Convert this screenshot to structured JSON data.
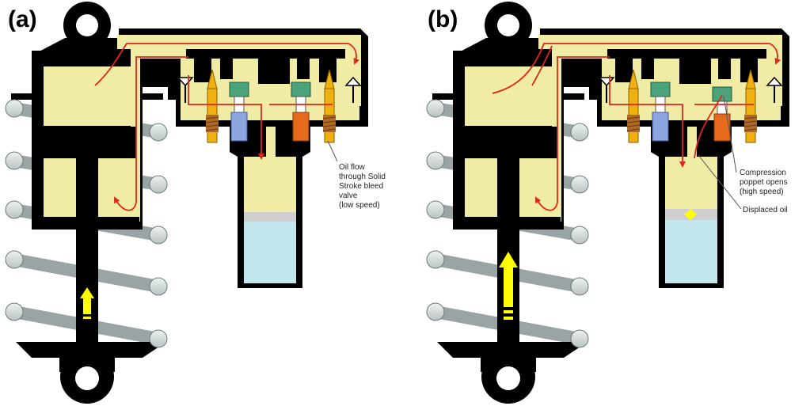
{
  "panels": [
    {
      "letter": "(a)",
      "note_lines": [
        "Oil flow",
        "through Solid",
        "Stroke bleed",
        "valve",
        "(low  speed)"
      ]
    },
    {
      "letter": "(b)",
      "note1_lines": [
        "Compression",
        "poppet opens",
        "(high speed)"
      ],
      "note2": "Displaced oil"
    }
  ],
  "colors": {
    "body": "#000000",
    "oil": "#f0eca6",
    "flow_arrow": "#e0261a",
    "gas": "#c3e6ec",
    "piston": "#cfcfcf",
    "needle": "#f0b010",
    "spring_green": "#4aa37a",
    "spring_blue": "#8ea6e0",
    "spring_orange": "#e56a1c",
    "spring_brown": "#b06a28",
    "coil": "#d8dede",
    "motion_arrow": "#ffff00"
  }
}
